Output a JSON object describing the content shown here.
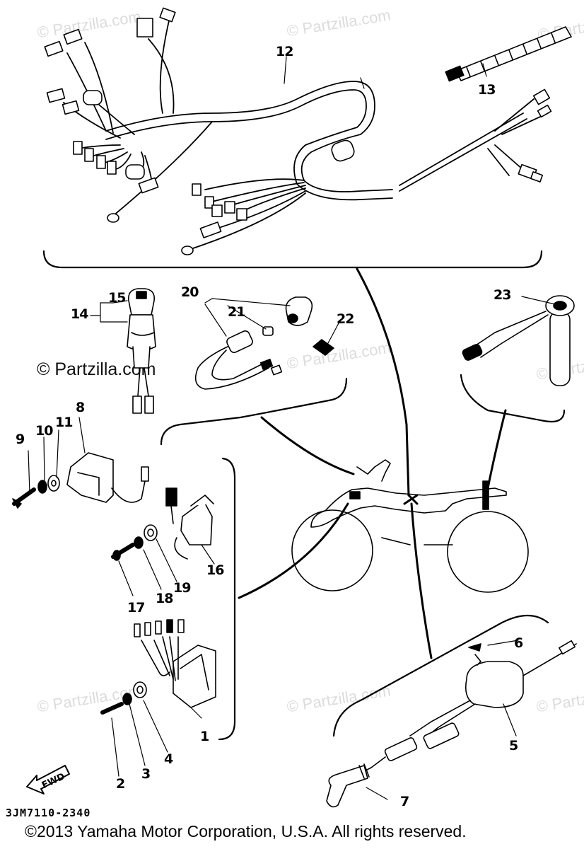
{
  "watermark": "© Partzilla.com",
  "watermark_visible": "© Partzilla.com",
  "parts": {
    "p1": "1",
    "p2": "2",
    "p3": "3",
    "p4": "4",
    "p5": "5",
    "p6": "6",
    "p7": "7",
    "p8": "8",
    "p9": "9",
    "p10": "10",
    "p11": "11",
    "p12": "12",
    "p13": "13",
    "p14": "14",
    "p15": "15",
    "p16": "16",
    "p17": "17",
    "p18": "18",
    "p19": "19",
    "p20": "20",
    "p21": "21",
    "p22": "22",
    "p23": "23"
  },
  "fwd_label": "FWD",
  "diagram_code": "3JM7110-2340",
  "copyright": "©2013  Yamaha Motor Corporation, U.S.A. All rights reserved."
}
